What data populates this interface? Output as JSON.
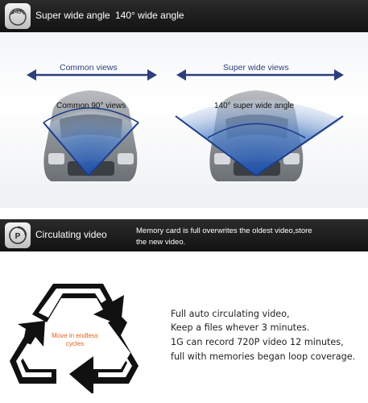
{
  "section1": {
    "badge_text": "140°",
    "title": "Super wide angle",
    "subtitle": "140° wide angle",
    "left": {
      "arrow_label": "Common views",
      "angle_label": "Common 90° views"
    },
    "right": {
      "arrow_label": "Super wide views",
      "angle_label": "140° super wide angle"
    }
  },
  "section2": {
    "title": "Circulating  video",
    "desc_line1": "Memory card is full overwrites the oldest video,store",
    "desc_line2": "the new video.",
    "loop_label_line1": "Move in endless",
    "loop_label_line2": "cycles",
    "text_lines": [
      "Full auto circulating video,",
      "Keep a files whever 3 minutes.",
      "1G can record 720P video 12 minutes,",
      "full with memories began loop coverage."
    ]
  },
  "colors": {
    "band": "#1c1c1c",
    "arrow": "#2c3f7a",
    "cone": "#1d3c8a",
    "loop_text": "#e0621f"
  }
}
